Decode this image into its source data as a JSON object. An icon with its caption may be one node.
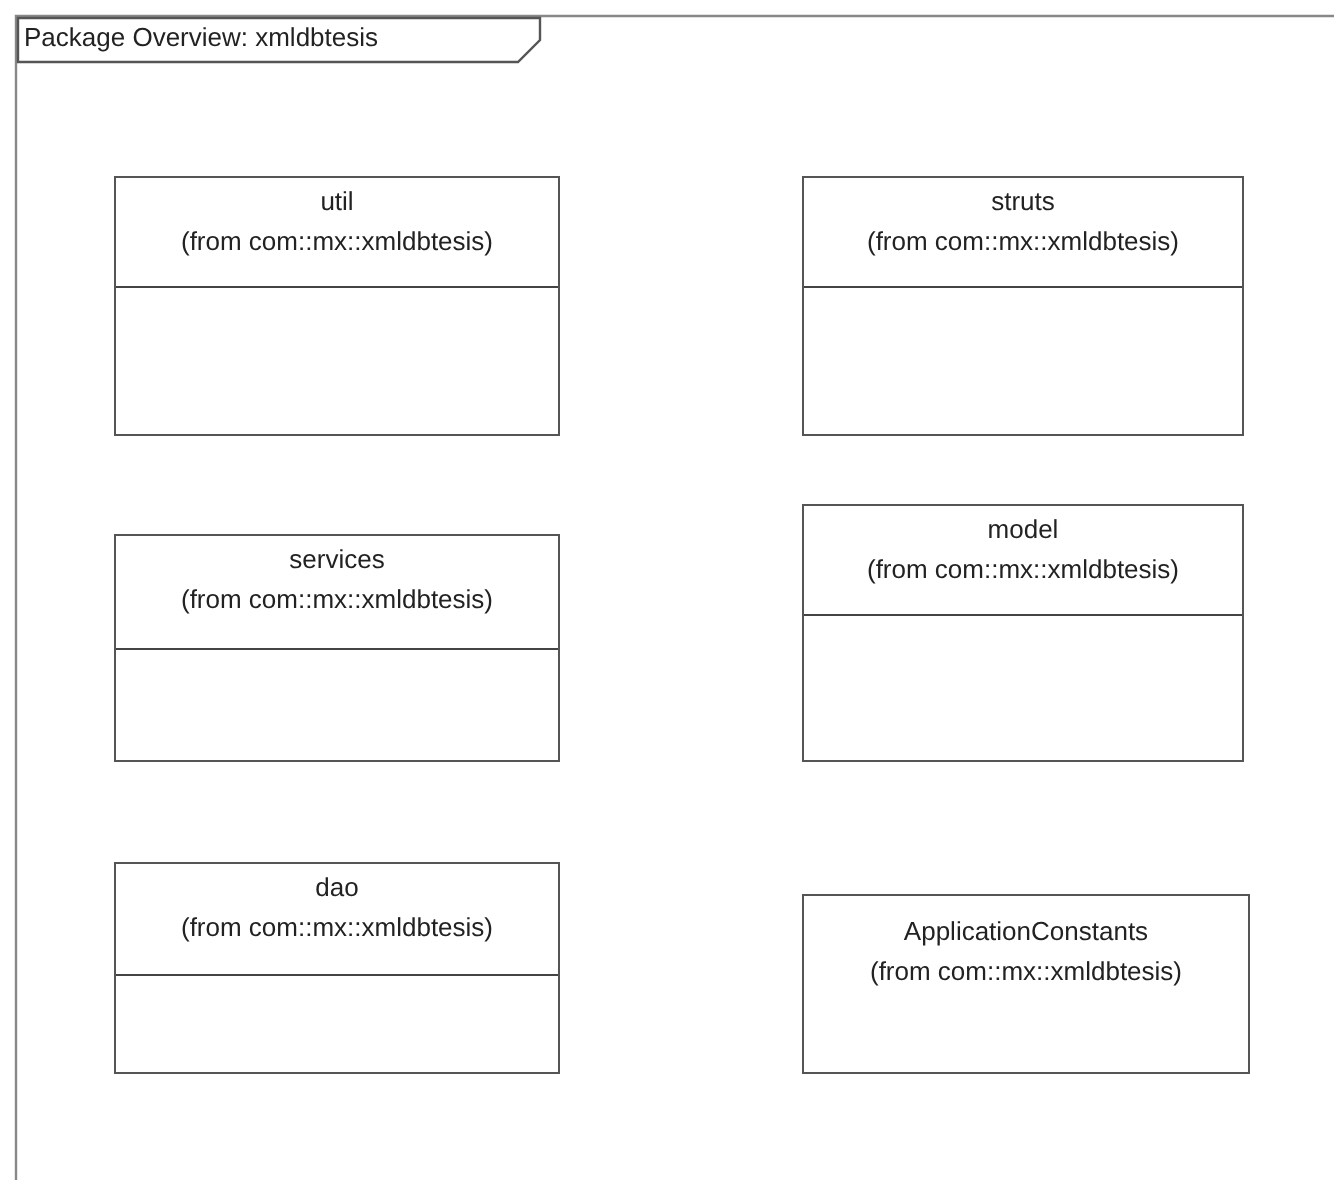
{
  "diagram": {
    "title": "Package Overview: xmldbtesis",
    "nodes": [
      {
        "text": [
          "util",
          "(from com::mx::xmldbtesis)"
        ]
      },
      {
        "text": [
          "struts",
          "(from com::mx::xmldbtesis)"
        ]
      },
      {
        "text": [
          "services",
          "(from com::mx::xmldbtesis)"
        ]
      },
      {
        "text": [
          "model",
          "(from com::mx::xmldbtesis)"
        ]
      },
      {
        "text": [
          "dao",
          "(from com::mx::xmldbtesis)"
        ]
      },
      {
        "text": [
          "ApplicationConstants",
          "(from com::mx::xmldbtesis)"
        ]
      }
    ]
  }
}
